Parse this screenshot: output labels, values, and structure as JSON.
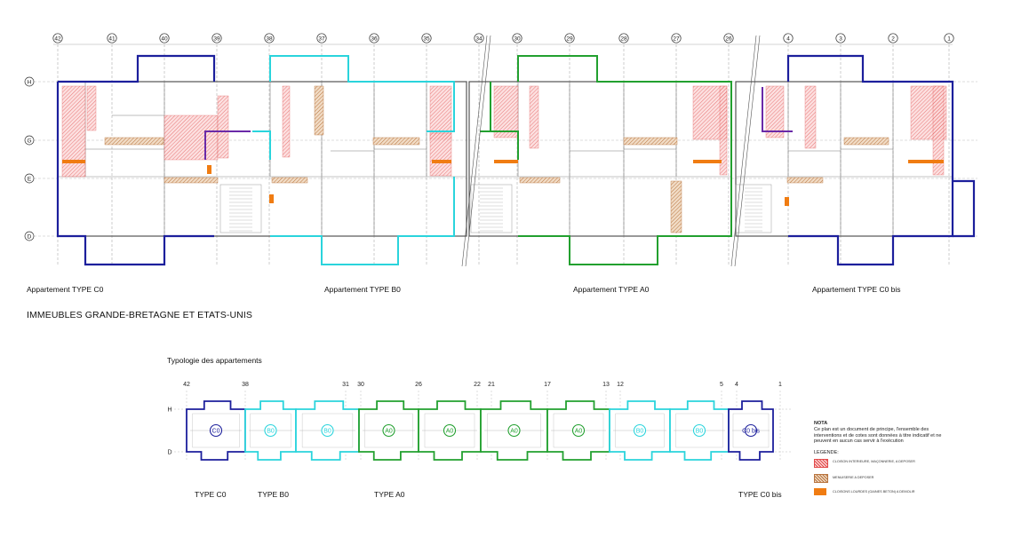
{
  "plan": {
    "top_axes": [
      "42",
      "41",
      "40",
      "39",
      "38",
      "37",
      "36",
      "35",
      "34",
      "30",
      "29",
      "28",
      "27",
      "26",
      "4",
      "3",
      "2",
      "1"
    ],
    "row_axes": [
      "H",
      "G",
      "E",
      "D"
    ],
    "apartment_types": [
      "Appartement TYPE C0",
      "Appartement TYPE B0",
      "Appartement TYPE A0",
      "Appartement TYPE C0 bis"
    ]
  },
  "heading": "IMMEUBLES GRANDE-BRETAGNE ET ETATS-UNIS",
  "typologie": {
    "title": "Typologie des appartements",
    "axes": [
      "42",
      "38",
      "31",
      "30",
      "26",
      "22",
      "21",
      "17",
      "13",
      "12",
      "5",
      "4",
      "1"
    ],
    "row_axes": [
      "H",
      "D"
    ],
    "unit_tags": [
      "C0",
      "B0",
      "B0",
      "A0",
      "A0",
      "A0",
      "A0",
      "B0",
      "B0",
      "C0 bis"
    ],
    "type_labels": [
      "TYPE C0",
      "TYPE B0",
      "TYPE A0",
      "TYPE C0 bis"
    ]
  },
  "nota": {
    "title": "NOTA",
    "text": "Ce plan est un document de principe, l'ensemble des interventions et de cotes sont données à titre indicatif et ne peuvent en aucun cas servir à l'exécution",
    "legend_title": "LEGENDE:",
    "legend": [
      {
        "label": "CLOISON INTERIEURE, MAÇONNERIE, A DEPOSER",
        "color": "#e24a4a",
        "pattern": "hatch-red"
      },
      {
        "label": "MENUISERIE A DEPOSER",
        "color": "#c98a55",
        "pattern": "hatch-brown"
      },
      {
        "label": "CLOISONS LOURDES (GAINES BETON) A DEMOLIR",
        "color": "#f07c12",
        "pattern": "solid"
      }
    ]
  },
  "colors": {
    "type_c0": "#1c1f9c",
    "type_b0": "#2ad4dc",
    "type_a0": "#22a02f",
    "purple": "#6a2aa8",
    "demolish": "#f7b5b5"
  }
}
